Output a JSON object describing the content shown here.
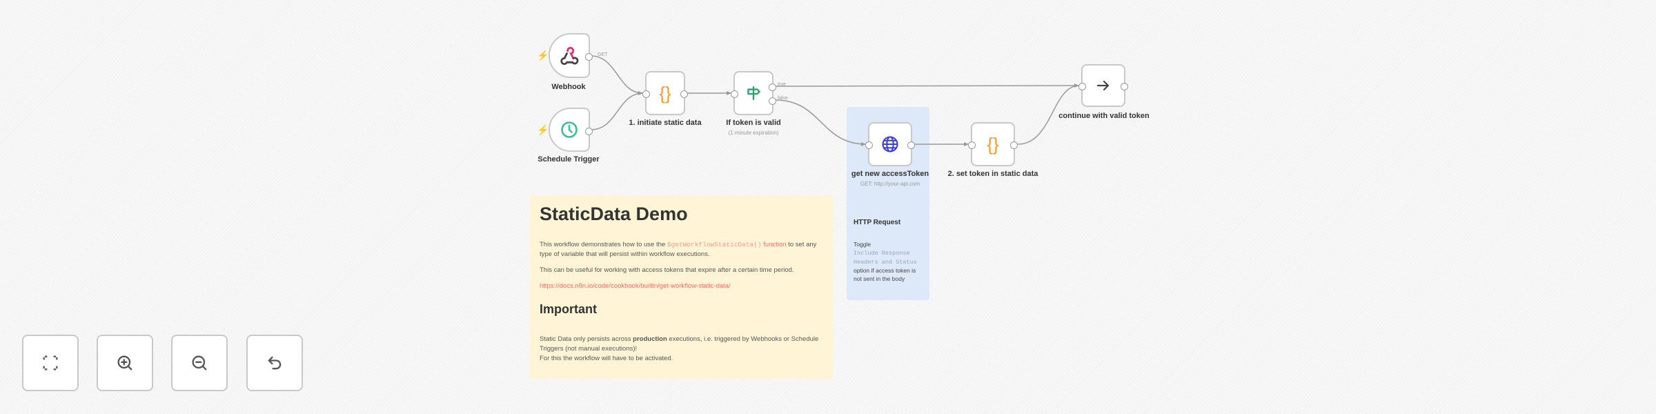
{
  "nodes": {
    "webhook": {
      "label": "Webhook",
      "output_label": "GET",
      "icon": "webhook-icon"
    },
    "schedule": {
      "label": "Schedule Trigger",
      "icon": "clock-icon"
    },
    "initiate": {
      "label": "1. initiate static data",
      "icon": "braces-icon"
    },
    "if_token": {
      "label": "If token is valid",
      "subtitle": "(1 minute expiration)",
      "true_label": "true",
      "false_label": "false",
      "icon": "signpost-icon"
    },
    "http": {
      "label": "get new accessToken",
      "subtitle": "GET: http://your-api.com",
      "icon": "globe-icon"
    },
    "set_token": {
      "label": "2. set token in static data",
      "icon": "braces-icon"
    },
    "continue": {
      "label": "continue with valid token",
      "icon": "arrow-right-icon"
    }
  },
  "sticky_main": {
    "title": "StaticData Demo",
    "p1_before": "This workflow demonstrates how to use the ",
    "p1_code": "$getWorkflowStaticData()",
    "p1_link": " function",
    "p1_after": " to set any type of variable that will persist within workflow executions.",
    "p2": "This can be useful for working with access tokens that expire after a certain time period.",
    "url": "https://docs.n8n.io/code/cookbook/builtin/get-workflow-static-data/",
    "heading2": "Important",
    "p3_before": "Static Data only persists across ",
    "p3_bold": "production",
    "p3_after": " executions, i.e. triggered by Webhooks or Schedule Triggers (not manual executions)!",
    "p4": "For this the workflow will have to be activated."
  },
  "sticky_http": {
    "title": "HTTP Request",
    "toggle": "Toggle",
    "code": "Include Response Headers and Status",
    "rest": "option if access token is not sent in the body"
  },
  "controls": {
    "fit_view": "fit-view-icon",
    "zoom_in": "zoom-in-icon",
    "zoom_out": "zoom-out-icon",
    "undo": "undo-icon"
  },
  "colors": {
    "accent": "#ff6d5a",
    "braces": "#ff9922",
    "clock": "#3dbd8f",
    "signpost": "#2ea36b",
    "globe": "#3b3ed8",
    "sticky_yellow": "#fff5d6",
    "sticky_blue": "#dde9f8"
  }
}
